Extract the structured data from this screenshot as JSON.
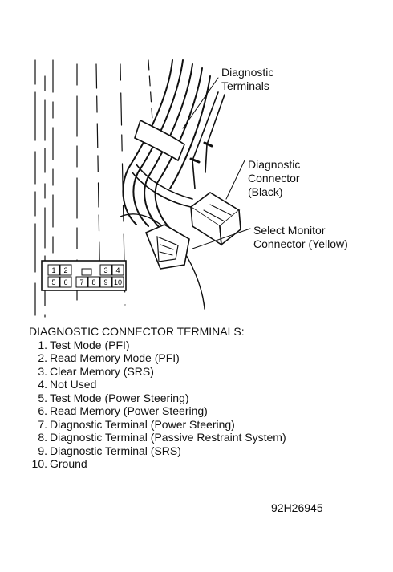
{
  "callouts": {
    "diagnostic_terminals": "Diagnostic\nTerminals",
    "diagnostic_connector": "Diagnostic\nConnector\n(Black)",
    "select_monitor": "Select Monitor\nConnector (Yellow)"
  },
  "pinout": {
    "top_left": [
      "1",
      "2"
    ],
    "top_right": [
      "3",
      "4"
    ],
    "bottom": [
      "5",
      "6",
      "7",
      "8",
      "9",
      "10"
    ]
  },
  "legend": {
    "title": "DIAGNOSTIC CONNECTOR TERMINALS:",
    "items": [
      {
        "num": "1.",
        "label": "Test Mode (PFI)"
      },
      {
        "num": "2.",
        "label": "Read Memory Mode (PFI)"
      },
      {
        "num": "3.",
        "label": "Clear Memory (SRS)"
      },
      {
        "num": "4.",
        "label": "Not Used"
      },
      {
        "num": "5.",
        "label": "Test Mode (Power Steering)"
      },
      {
        "num": "6.",
        "label": "Read Memory (Power Steering)"
      },
      {
        "num": "7.",
        "label": "Diagnostic Terminal (Power Steering)"
      },
      {
        "num": "8.",
        "label": "Diagnostic Terminal (Passive Restraint System)"
      },
      {
        "num": "9.",
        "label": "Diagnostic Terminal (SRS)"
      },
      {
        "num": "10.",
        "label": "Ground"
      }
    ]
  },
  "figure_code": "92H26945"
}
